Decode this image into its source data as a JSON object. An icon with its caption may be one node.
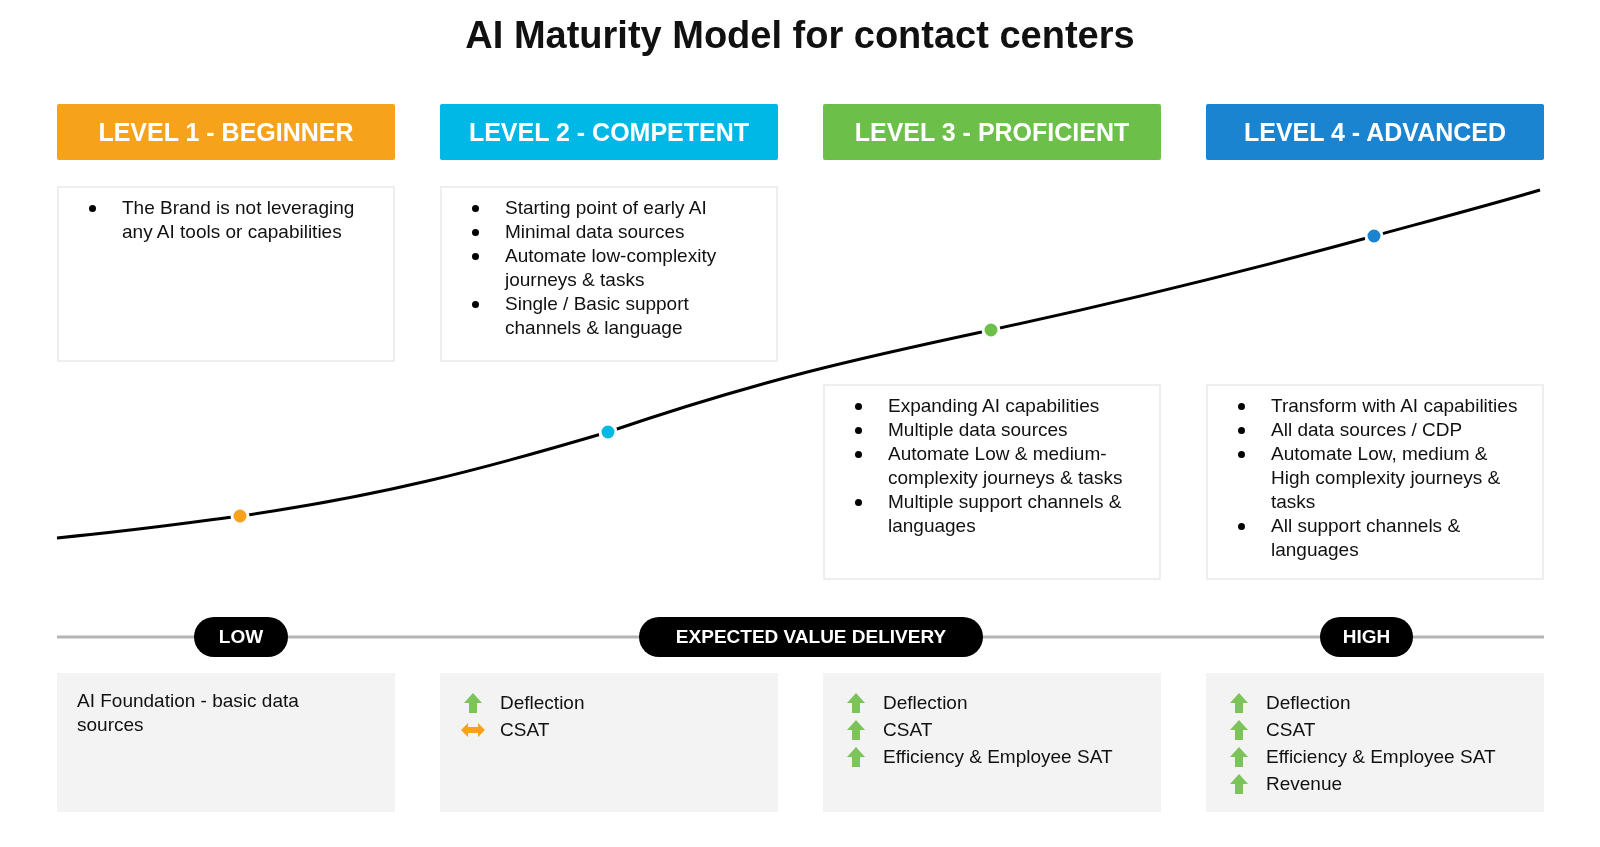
{
  "diagram": {
    "title": "AI Maturity Model for contact centers",
    "nodes": [
      {
        "text": [
          "LEVEL 1 - BEGINNER"
        ]
      },
      {
        "text": [
          "LEVEL 2 - COMPETENT"
        ]
      },
      {
        "text": [
          "LEVEL 3 - PROFICIENT"
        ]
      },
      {
        "text": [
          "LEVEL 4 - ADVANCED"
        ]
      },
      {
        "text": [
          "The Brand is not leveraging any AI tools or capabilities"
        ]
      },
      {
        "text": [
          "Starting point of early AI",
          "Minimal data sources",
          "Automate low-complexity journeys & tasks",
          "Single / Basic support channels & language"
        ]
      },
      {
        "text": [
          "Expanding AI capabilities",
          "Multiple data sources",
          "Automate Low & medium-complexity journeys & tasks",
          "Multiple support channels & languages"
        ]
      },
      {
        "text": [
          "Transform with AI capabilities",
          "All data sources / CDP",
          "Automate Low, medium & High complexity journeys & tasks",
          "All support channels & languages"
        ]
      },
      {
        "text": [
          "LOW"
        ]
      },
      {
        "text": [
          "EXPECTED VALUE DELIVERY"
        ]
      },
      {
        "text": [
          "HIGH"
        ]
      },
      {
        "text": [
          "AI Foundation - basic data sources"
        ]
      },
      {
        "text": [
          "Deflection",
          "CSAT"
        ]
      },
      {
        "text": [
          "Deflection",
          "CSAT",
          "Efficiency & Employee SAT"
        ]
      },
      {
        "text": [
          "Deflection",
          "CSAT",
          "Efficiency & Employee SAT",
          "Revenue"
        ]
      }
    ]
  }
}
